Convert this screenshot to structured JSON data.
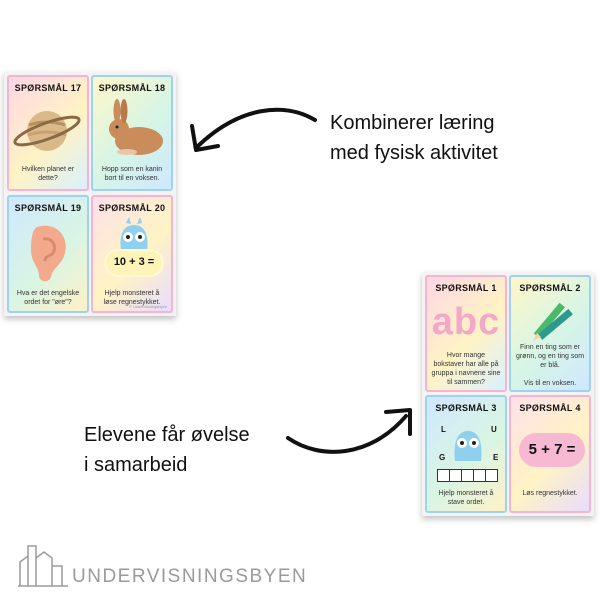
{
  "sheet_top": {
    "cards": [
      {
        "title": "SPØRSMÅL 17",
        "text": "Hvilken planet er dette?",
        "illustration": "saturn-icon"
      },
      {
        "title": "SPØRSMÅL 18",
        "text": "Hopp som en kanin bort til en voksen.",
        "illustration": "rabbit-icon"
      },
      {
        "title": "SPØRSMÅL 19",
        "text": "Hva er det engelske ordet for \"øre\"?",
        "illustration": "ear-icon"
      },
      {
        "title": "SPØRSMÅL 20",
        "text": "Hjelp monsteret å løse regnestykket.",
        "illustration": "monster-icon",
        "equation": "10 + 3 ="
      }
    ]
  },
  "sheet_bottom": {
    "cards": [
      {
        "title": "SPØRSMÅL 1",
        "text": "Hvor mange bokstaver har alle på gruppa i navnene sine til sammen?",
        "letters": "abc",
        "illustration": "abc-letters"
      },
      {
        "title": "SPØRSMÅL 2",
        "text": "Finn en ting som er grønn, og en ting som er blå.",
        "text2": "Vis til en voksen.",
        "illustration": "pencils-icon"
      },
      {
        "title": "SPØRSMÅL 3",
        "text": "Hjelp monsteret å stave ordet.",
        "illustration": "monster-icon",
        "letter_l": "L",
        "letter_u": "U",
        "letter_g": "G",
        "letter_e": "E"
      },
      {
        "title": "SPØRSMÅL 4",
        "text": "Løs regnestykket.",
        "equation": "5 + 7 =",
        "illustration": "cloud-icon"
      }
    ]
  },
  "captions": {
    "top_line1": "Kombinerer læring",
    "top_line2": "med fysisk aktivitet",
    "bottom_line1": "Elevene får øvelse",
    "bottom_line2": "i samarbeid"
  },
  "brand": {
    "name": "UNDERVISNINGSBYEN",
    "copyright": "© Undervisningsbyen"
  },
  "colors": {
    "pink_border": "#f7b3cf",
    "blue_border": "#9fd2ee",
    "brand_gray": "#9a9a9a",
    "abc_pink": "#f4a8c8"
  }
}
